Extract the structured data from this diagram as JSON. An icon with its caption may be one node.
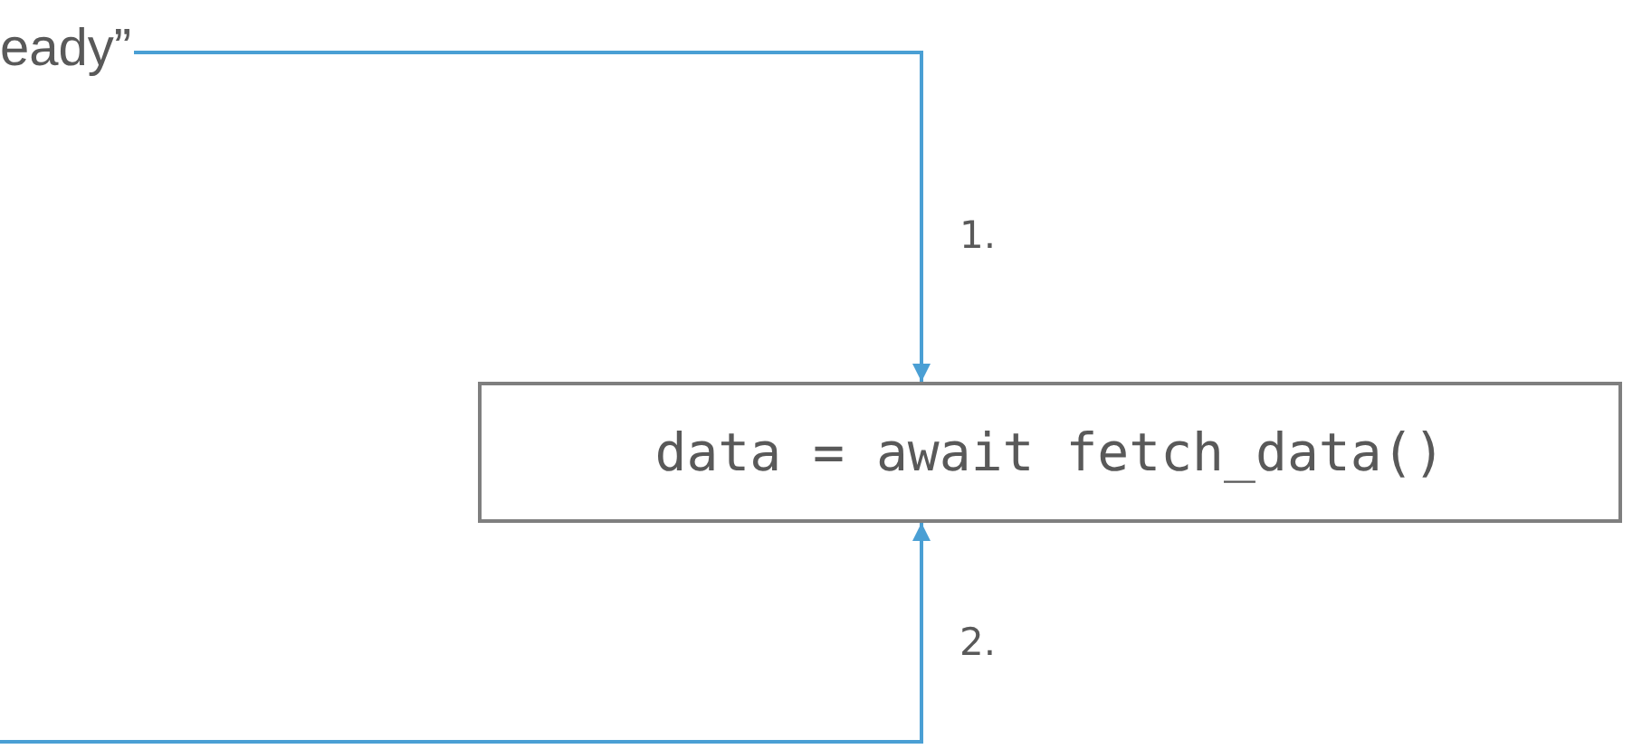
{
  "diagram": {
    "nodes": [
      {
        "text": [
          "eady”"
        ]
      },
      {
        "text": [
          "data = await fetch_data()"
        ]
      }
    ],
    "edges": [
      {
        "from": 0,
        "to": 1,
        "arrow": "to",
        "label": "1."
      },
      {
        "from": null,
        "to": 1,
        "arrow": "to",
        "label": "2."
      }
    ]
  }
}
